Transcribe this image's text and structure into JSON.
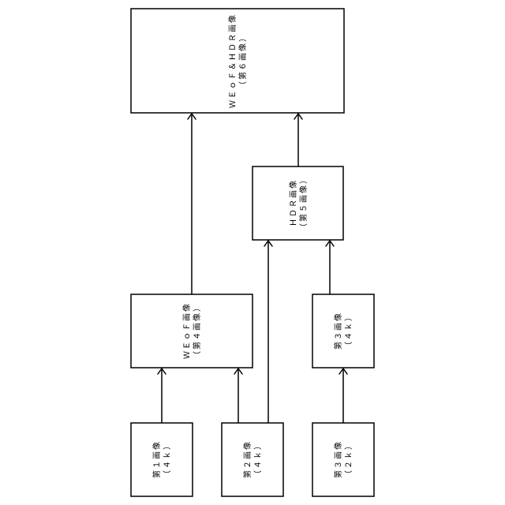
{
  "nodes": [
    {
      "id": "n1",
      "line1": "第１画像",
      "line2": "（４ｋ）"
    },
    {
      "id": "n2",
      "line1": "第２画像",
      "line2": "（４ｋ）"
    },
    {
      "id": "n3",
      "line1": "第３画像",
      "line2": "（２ｋ）"
    },
    {
      "id": "n4",
      "line1": "ＷＥｏＦ画像",
      "line2": "（第４画像）"
    },
    {
      "id": "n5",
      "line1": "第３画像",
      "line2": "（４ｋ）"
    },
    {
      "id": "n6",
      "line1": "ＨＤＲ画像",
      "line2": "（第５画像）"
    },
    {
      "id": "n7",
      "line1": "ＷＥｏＦ＆ＨＤＲ画像",
      "line2": "（第６画像）"
    }
  ],
  "edges": [
    {
      "from": "第１画像",
      "to": "ＷＥｏＦ画像"
    },
    {
      "from": "第２画像",
      "to": "ＷＥｏＦ画像"
    },
    {
      "from": "第２画像",
      "to": "ＨＤＲ画像"
    },
    {
      "from": "第３画像 (２ｋ)",
      "to": "第３画像 (４ｋ)"
    },
    {
      "from": "第３画像 (４ｋ)",
      "to": "ＨＤＲ画像"
    },
    {
      "from": "ＷＥｏＦ画像",
      "to": "ＷＥｏＦ＆ＨＤＲ画像"
    },
    {
      "from": "ＨＤＲ画像",
      "to": "ＷＥｏＦ＆ＨＤＲ画像"
    }
  ]
}
